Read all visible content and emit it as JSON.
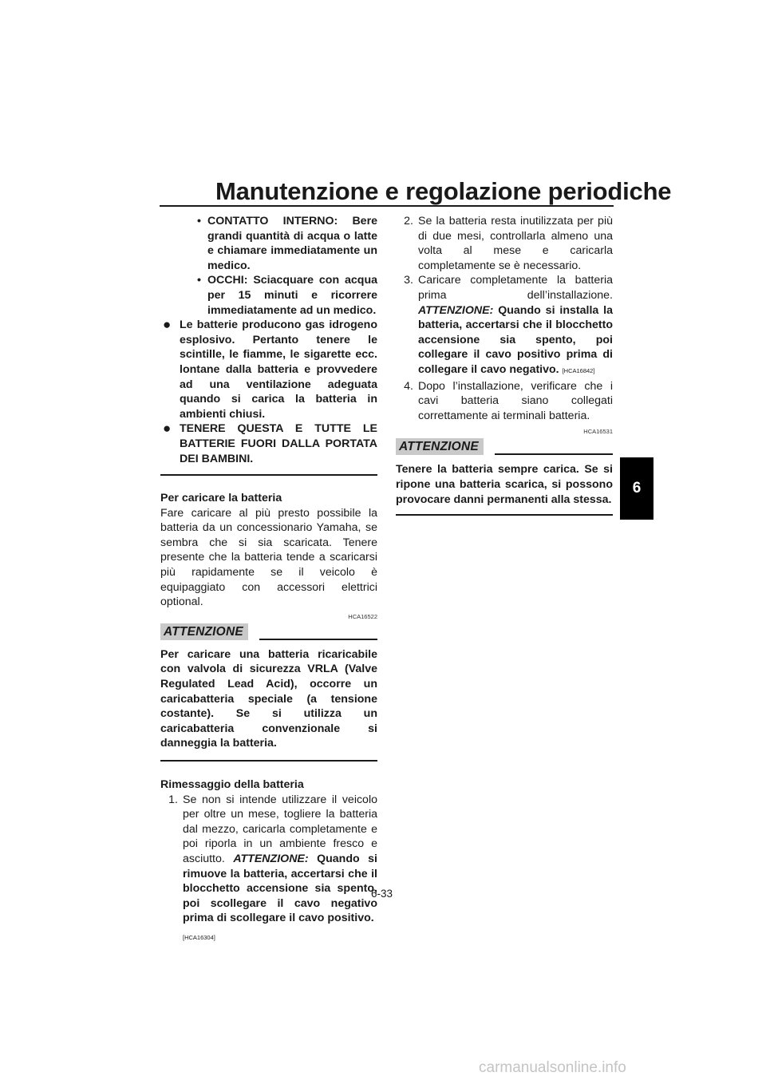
{
  "header": {
    "title": "Manutenzione e regolazione periodiche"
  },
  "chapter_tab": "6",
  "left": {
    "sub_bullets": [
      "CONTATTO INTERNO: Bere grandi quantità di acqua o latte e chiamare immediatamente un medico.",
      "OCCHI: Sciacquare con acqua per 15 minuti e ricorrere immediatamente ad un medico."
    ],
    "bullets": [
      "Le batterie producono gas idrogeno esplosivo. Pertanto tenere le scintille, le fiamme, le sigarette ecc. lontane dalla batteria e provvedere ad una ventilazione adeguata quando si carica la batteria in ambienti chiusi.",
      "TENERE QUESTA E TUTTE LE BATTERIE FUORI DALLA PORTATA DEI BAMBINI."
    ],
    "charge_heading": "Per caricare la batteria",
    "charge_text": "Fare caricare al più presto possibile la batteria da un concessionario Yamaha, se sembra che si sia scaricata. Tenere presente che la batteria tende a scaricarsi più rapidamente se il veicolo è equipaggiato con accessori elettrici optional.",
    "code1": "HCA16522",
    "notice_label": "ATTENZIONE",
    "notice_text": "Per caricare una batteria ricaricabile con valvola di sicurezza VRLA (Valve Regulated Lead Acid), occorre un caricabatteria speciale (a tensione costante). Se si utilizza un caricabatteria convenzionale si danneggia la batteria.",
    "storage_heading": "Rimessaggio della batteria",
    "step1_num": "1.",
    "step1_text": "Se non si intende utilizzare il veicolo per oltre un mese, togliere la batteria dal mezzo, caricarla completamente e poi riporla in un ambiente fresco e asciutto.",
    "step1_att_label": "ATTENZIONE:",
    "step1_att_text": "Quando si rimuove la batteria, accertarsi che il blocchetto accensione sia spento, poi scollegare il cavo negativo prima di scollegare il cavo positivo.",
    "step1_code": "[HCA16304]"
  },
  "right": {
    "step2_num": "2.",
    "step2_text": "Se la batteria resta inutilizzata per più di due mesi, controllarla almeno una volta al mese e caricarla completamente se è necessario.",
    "step3_num": "3.",
    "step3_text": "Caricare completamente la batteria prima dell’installazione.",
    "step3_att_label": "ATTENZIONE:",
    "step3_att_text": "Quando si installa la batteria, accertarsi che il blocchetto accensione sia spento, poi collegare il cavo positivo prima di collegare il cavo negativo.",
    "step3_code": "[HCA16842]",
    "step4_num": "4.",
    "step4_text": "Dopo l’installazione, verificare che i cavi batteria siano collegati correttamente ai terminali batteria.",
    "code2": "HCA16531",
    "notice_label": "ATTENZIONE",
    "notice_text": "Tenere la batteria sempre carica. Se si ripone una batteria scarica, si possono provocare danni permanenti alla stessa."
  },
  "footer": {
    "page_number": "6-33",
    "watermark": "carmanualsonline.info"
  }
}
